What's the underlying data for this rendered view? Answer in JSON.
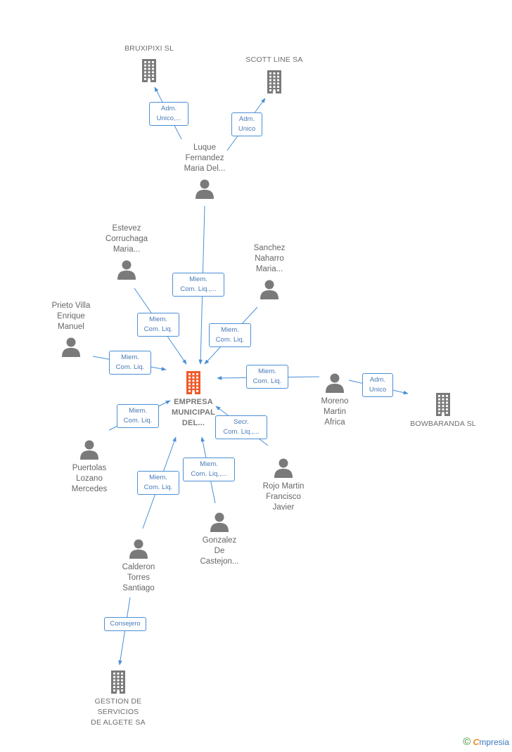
{
  "colors": {
    "edge": "#4a8fd6",
    "person": "#7a7a7a",
    "company": "#7a7a7a",
    "main_company": "#f05a28"
  },
  "nodes": [
    {
      "id": "main",
      "kind": "main",
      "label": [
        "EMPRESA",
        "MUNICIPAL",
        "DEL..."
      ]
    },
    {
      "id": "bruxipixi",
      "kind": "company",
      "label": [
        "BRUXIPIXI  SL"
      ]
    },
    {
      "id": "scottline",
      "kind": "company",
      "label": [
        "SCOTT LINE SA"
      ]
    },
    {
      "id": "bowbaranda",
      "kind": "company",
      "label": [
        "BOWBARANDA SL"
      ]
    },
    {
      "id": "gestion",
      "kind": "company",
      "label": [
        "GESTION DE",
        "SERVICIOS",
        "DE ALGETE SA"
      ]
    },
    {
      "id": "luque",
      "kind": "person",
      "label": [
        "Luque",
        "Fernandez",
        "Maria Del..."
      ]
    },
    {
      "id": "estevez",
      "kind": "person",
      "label": [
        "Estevez",
        "Corruchaga",
        "Maria..."
      ]
    },
    {
      "id": "sanchez",
      "kind": "person",
      "label": [
        "Sanchez",
        "Naharro",
        "Maria..."
      ]
    },
    {
      "id": "prieto",
      "kind": "person",
      "label": [
        "Prieto Villa",
        "Enrique",
        "Manuel"
      ]
    },
    {
      "id": "moreno",
      "kind": "person",
      "label": [
        "Moreno",
        "Martin",
        "Africa"
      ]
    },
    {
      "id": "puertolas",
      "kind": "person",
      "label": [
        "Puertolas",
        "Lozano",
        "Mercedes"
      ]
    },
    {
      "id": "rojo",
      "kind": "person",
      "label": [
        "Rojo Martin",
        "Francisco",
        "Javier"
      ]
    },
    {
      "id": "calderon",
      "kind": "person",
      "label": [
        "Calderon",
        "Torres",
        "Santiago"
      ]
    },
    {
      "id": "gonzalez",
      "kind": "person",
      "label": [
        "Gonzalez",
        "De",
        "Castejon..."
      ]
    }
  ],
  "relations": [
    {
      "id": "r-luque-bruxipixi",
      "from": "luque",
      "to": "bruxipixi",
      "label": [
        "Adm.",
        "Unico,..."
      ]
    },
    {
      "id": "r-luque-scott",
      "from": "luque",
      "to": "scottline",
      "label": [
        "Adm.",
        "Unico"
      ]
    },
    {
      "id": "r-luque-main",
      "from": "luque",
      "to": "main",
      "label": [
        "Miem.",
        "Com. Liq.,..."
      ]
    },
    {
      "id": "r-estevez-main",
      "from": "estevez",
      "to": "main",
      "label": [
        "Miem.",
        "Com. Liq."
      ]
    },
    {
      "id": "r-sanchez-main",
      "from": "sanchez",
      "to": "main",
      "label": [
        "Miem.",
        "Com. Liq."
      ]
    },
    {
      "id": "r-prieto-main",
      "from": "prieto",
      "to": "main",
      "label": [
        "Miem.",
        "Com. Liq."
      ]
    },
    {
      "id": "r-moreno-main",
      "from": "moreno",
      "to": "main",
      "label": [
        "Miem.",
        "Com. Liq."
      ]
    },
    {
      "id": "r-moreno-bow",
      "from": "moreno",
      "to": "bowbaranda",
      "label": [
        "Adm.",
        "Unico"
      ]
    },
    {
      "id": "r-puertolas-main",
      "from": "puertolas",
      "to": "main",
      "label": [
        "Miem.",
        "Com. Liq."
      ]
    },
    {
      "id": "r-rojo-main",
      "from": "rojo",
      "to": "main",
      "label": [
        "Secr.",
        "Com. Liq.,..."
      ]
    },
    {
      "id": "r-calderon-main",
      "from": "calderon",
      "to": "main",
      "label": [
        "Miem.",
        "Com. Liq."
      ]
    },
    {
      "id": "r-gonzalez-main",
      "from": "gonzalez",
      "to": "main",
      "label": [
        "Miem.",
        "Com. Liq.,..."
      ]
    },
    {
      "id": "r-calderon-gestion",
      "from": "calderon",
      "to": "gestion",
      "label": [
        "Consejero"
      ]
    }
  ],
  "footer": {
    "copyright": "©",
    "brand_initial": "C",
    "brand_rest": "mpresia"
  }
}
